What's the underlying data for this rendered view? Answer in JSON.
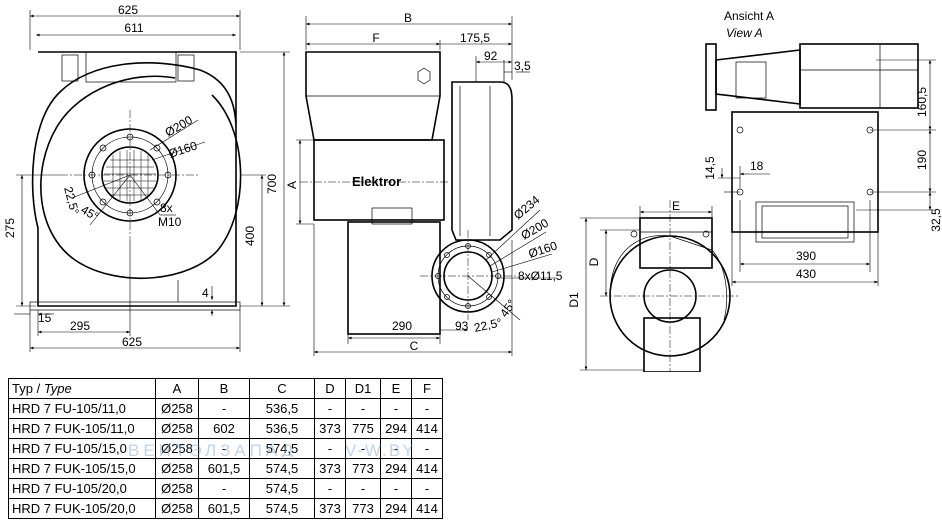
{
  "front_view": {
    "dim_top_outer": "625",
    "dim_top_inner": "611",
    "dim_left_height": "275",
    "dim_right_outer": "700",
    "dim_right_inner": "400",
    "dim_foot_4": "4",
    "dim_bottom_15": "15",
    "dim_bottom_295": "295",
    "dim_bottom_625": "625",
    "dim_d200": "Ø200",
    "dim_d160": "Ø160",
    "dim_8x": "8x",
    "dim_m10": "M10",
    "dim_angle_225": "22,5°",
    "dim_angle_45": "45°"
  },
  "side_view": {
    "dim_B": "B",
    "dim_F": "F",
    "dim_1755": "175,5",
    "dim_92": "92",
    "dim_35": "3,5",
    "dim_A": "A",
    "brand": "Elektror",
    "dim_d234": "Ø234",
    "dim_d200": "Ø200",
    "dim_d160": "Ø160",
    "dim_holes": "8xØ11,5",
    "dim_290": "290",
    "dim_93": "93",
    "dim_angle_225": "22,5°",
    "dim_angle_45": "45°",
    "dim_C": "C"
  },
  "view_a": {
    "title_de": "Ansicht A",
    "title_en": "View A",
    "dim_1605": "160,5",
    "dim_190": "190",
    "dim_325": "32,5",
    "dim_145": "14,5",
    "dim_18": "18",
    "dim_390": "390",
    "dim_430": "430"
  },
  "rear_view": {
    "dim_E": "E",
    "dim_D": "D",
    "dim_D1": "D1"
  },
  "table": {
    "headers": [
      {
        "de": "Typ",
        "en": "Type"
      },
      "A",
      "B",
      "C",
      "D",
      "D1",
      "E",
      "F"
    ],
    "header_sep": " / ",
    "rows": [
      [
        "HRD 7 FU-105/11,0",
        "Ø258",
        "-",
        "536,5",
        "-",
        "-",
        "-",
        "-"
      ],
      [
        "HRD 7 FUK-105/11,0",
        "Ø258",
        "602",
        "536,5",
        "373",
        "775",
        "294",
        "414"
      ],
      [
        "HRD 7 FU-105/15,0",
        "Ø258",
        "-",
        "574,5",
        "-",
        "-",
        "-",
        "-"
      ],
      [
        "HRD 7 FUK-105/15,0",
        "Ø258",
        "601,5",
        "574,5",
        "373",
        "773",
        "294",
        "414"
      ],
      [
        "HRD 7 FU-105/20,0",
        "Ø258",
        "-",
        "574,5",
        "-",
        "-",
        "-",
        "-"
      ],
      [
        "HRD 7 FUK-105/20,0",
        "Ø258",
        "601,5",
        "574,5",
        "373",
        "773",
        "294",
        "414"
      ]
    ]
  },
  "watermark": {
    "left": "ВЕНТЭЛЗАПАД",
    "right": "V-W.BY"
  }
}
